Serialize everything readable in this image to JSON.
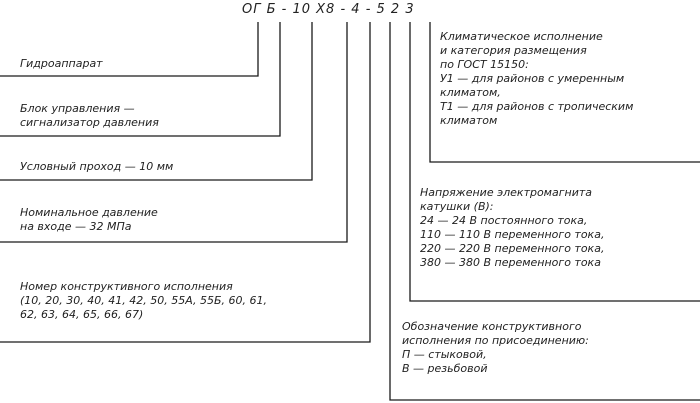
{
  "designation": {
    "code": "ОГ Б - 10 X8 - 4 - 5 2 3"
  },
  "left_labels": [
    {
      "lines": [
        "Гидроаппарат"
      ]
    },
    {
      "lines": [
        "Блок управления —",
        "сигнализатор давления"
      ]
    },
    {
      "lines": [
        "Условный проход — 10 мм"
      ]
    },
    {
      "lines": [
        "Номинальное давление",
        "на входе — 32 МПа"
      ]
    },
    {
      "lines": [
        "Номер конструктивного исполнения",
        "(10, 20, 30, 40, 41, 42, 50, 55A, 55Б, 60, 61,",
        "62, 63, 64, 65, 66, 67)"
      ]
    }
  ],
  "right_labels": [
    {
      "lines": [
        "Климатическое исполнение",
        "и категория размещения",
        "по ГОСТ 15150:",
        "У1 — для районов с умеренным",
        "климатом,",
        "Т1 — для районов с тропическим",
        "климатом"
      ]
    },
    {
      "lines": [
        "Напряжение электромагнита",
        "катушки (В):",
        "24 — 24 В постоянного тока,",
        "110 — 110 В переменного тока,",
        "220 — 220 В переменного тока,",
        "380 — 380 В переменного тока"
      ]
    },
    {
      "lines": [
        "Обозначение конструктивного",
        "исполнения по присоединению:",
        "П — стыковой,",
        "В — резьбовой"
      ]
    }
  ],
  "colors": {
    "line": "#1a1a1a",
    "text": "#222222"
  }
}
